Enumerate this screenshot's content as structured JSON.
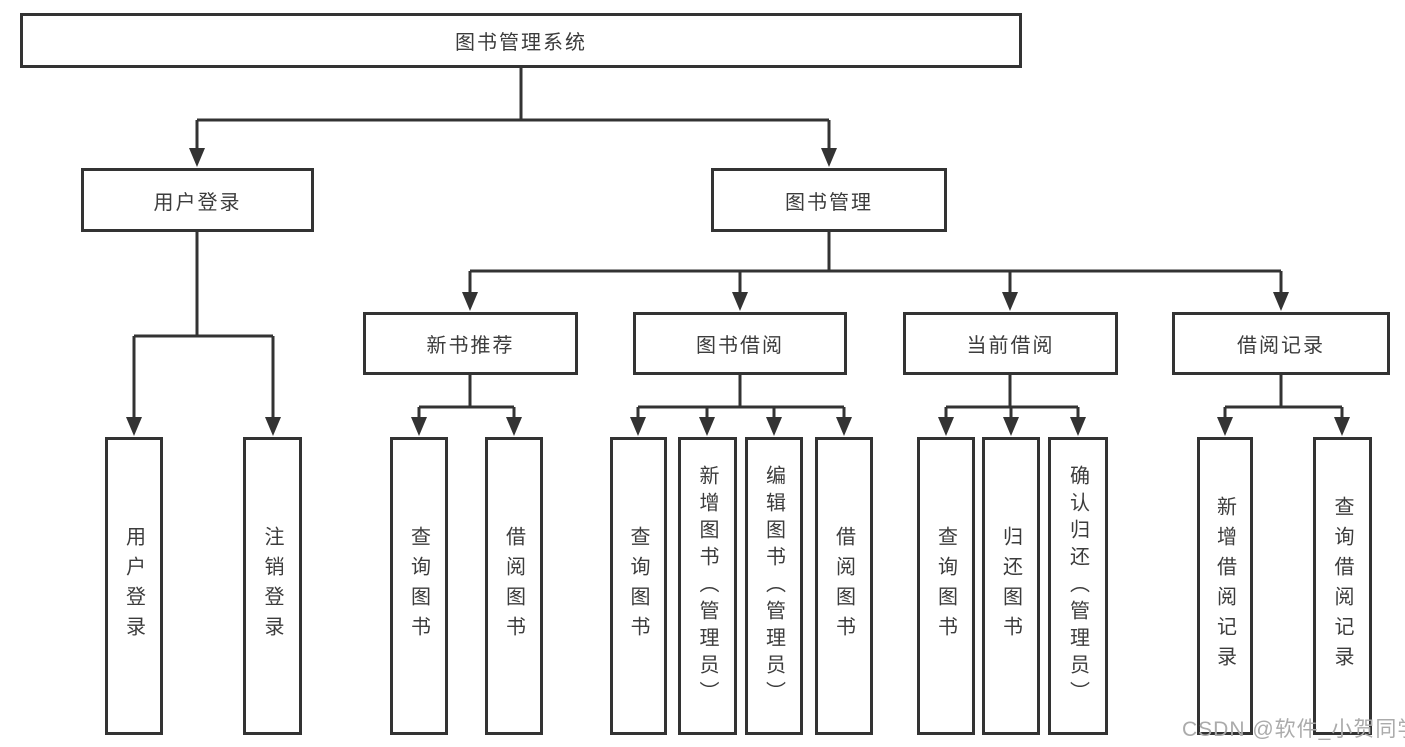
{
  "diagram_title": "图书管理系统",
  "nodes": {
    "root": "图书管理系统",
    "user_login": "用户登录",
    "book_mgmt": "图书管理",
    "new_books": "新书推荐",
    "book_borrow": "图书借阅",
    "current_borrow": "当前借阅",
    "borrow_records": "借阅记录",
    "user_login_children": {
      "login": "用户登录",
      "logout": "注销登录"
    },
    "new_books_children": {
      "query": "查询图书",
      "borrow": "借阅图书"
    },
    "book_borrow_children": {
      "query": "查询图书",
      "add": "新增图书（管理员）",
      "edit": "编辑图书（管理员）",
      "borrow": "借阅图书"
    },
    "current_borrow_children": {
      "query": "查询图书",
      "return": "归还图书",
      "confirm": "确认归还（管理员）"
    },
    "borrow_records_children": {
      "add": "新增借阅记录",
      "query": "查询借阅记录"
    }
  },
  "watermark": "CSDN @软件_小贺同学",
  "colors": {
    "line": "#333333",
    "text": "#3c3c3c",
    "watermark": "#ababab",
    "background": "#ffffff"
  }
}
